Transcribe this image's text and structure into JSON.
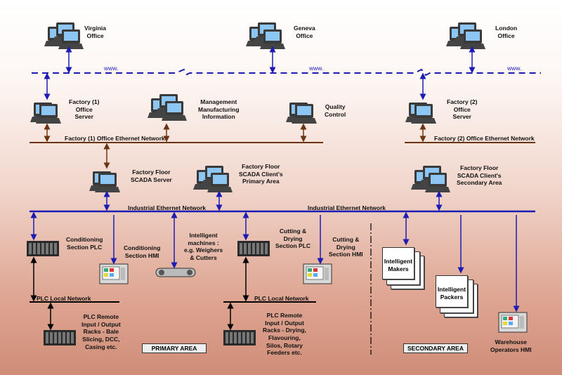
{
  "offices": {
    "virginia": "Virginia\nOffice",
    "geneva": "Geneva\nOffice",
    "london": "London\nOffice",
    "www_label": "www."
  },
  "factory1": {
    "office_server": "Factory (1)\nOffice\nServer",
    "mmi": "Management\nManufacturing\nInformation",
    "quality": "Quality\nControl",
    "network": "Factory (1) Office Ethernet Network"
  },
  "factory2": {
    "office_server": "Factory (2)\nOffice\nServer",
    "network": "Factory (2) Office Ethernet Network"
  },
  "scada": {
    "server": "Factory Floor\nSCADA Server",
    "primary_client": "Factory Floor\nSCADA Client's\nPrimary Area",
    "secondary_client": "Factory Floor\nSCADA Client's\nSecondary Area"
  },
  "industrial": {
    "network_label": "Industrial Ethernet Network"
  },
  "primary": {
    "cond_plc": "Conditioning\nSection PLC",
    "cond_hmi": "Conditioning\nSection HMI",
    "intelligent_machines": "Intelligent\nmachines :\ne.g. Weighers\n& Cutters",
    "plc_local": "PLC Local Network",
    "remote_racks": "PLC Remote\nInput / Output\nRacks - Bale\nSlicing, DCC,\nCasing etc.",
    "area": "PRIMARY AREA"
  },
  "drying": {
    "plc": "Cutting &\nDrying\nSection PLC",
    "hmi": "Cutting &\nDrying\nSection HMI",
    "plc_local": "PLC Local Network",
    "remote_racks": "PLC Remote\nInput / Output\nRacks - Drying,\nFlavouring,\nSilos, Rotary\nFeeders etc."
  },
  "secondary": {
    "makers": "Intelligent\nMakers",
    "packers": "Intelligent\nPackers",
    "warehouse_hmi": "Warehouse\nOperators HMI",
    "area": "SECONDARY AREA"
  },
  "colors": {
    "blue": "#1c1cb4",
    "brown": "#6b3512",
    "black": "#000000"
  }
}
